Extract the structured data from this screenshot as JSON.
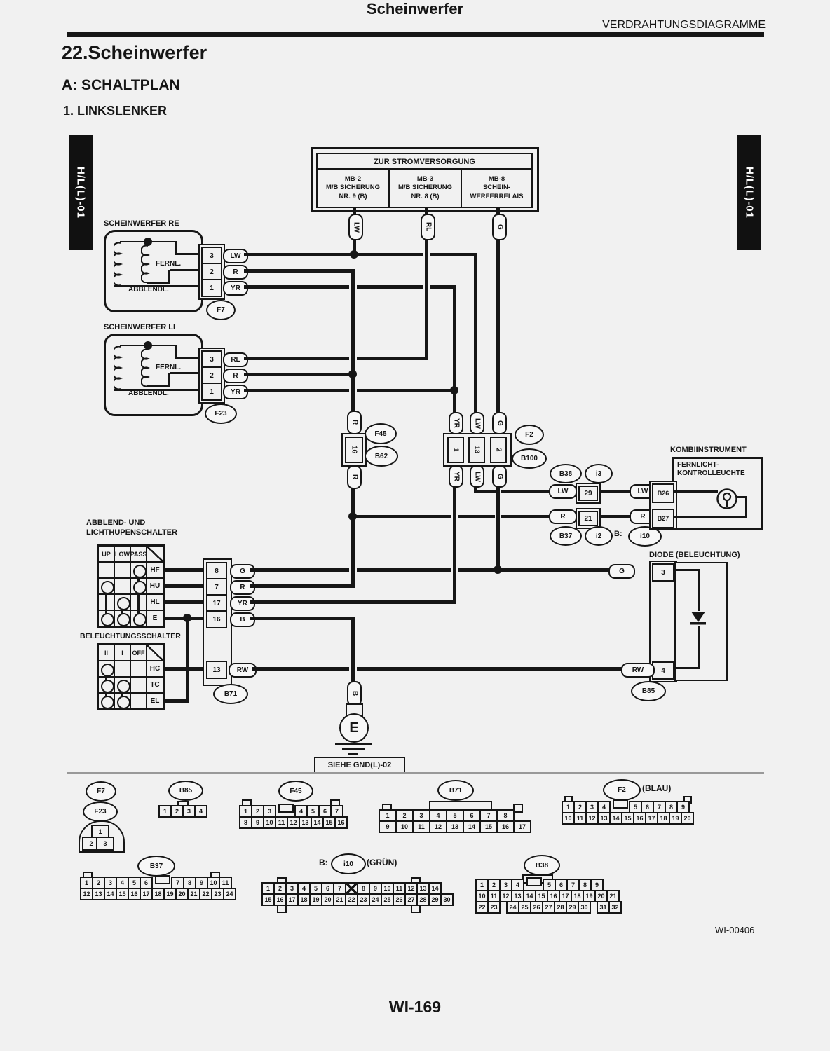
{
  "page": {
    "header_center": "Scheinwerfer",
    "header_right": "VERDRAHTUNGSDIAGRAMME",
    "section_title": "22.Scheinwerfer",
    "subsection_title": "A:  SCHALTPLAN",
    "variant_title": "1.  LINKSLENKER",
    "side_tab": "H/L(L)-01",
    "doc_code": "WI-00406",
    "page_number": "WI-169"
  },
  "wires": {
    "lw": "LW",
    "rl": "RL",
    "g": "G",
    "r": "R",
    "yr": "YR",
    "b": "B",
    "rw": "RW"
  },
  "power_box": {
    "title": "ZUR STROMVERSORGUNG",
    "col1": [
      "MB-2",
      "M/B SICHERUNG",
      "NR. 9 (B)"
    ],
    "col2": [
      "MB-3",
      "M/B SICHERUNG",
      "NR. 8 (B)"
    ],
    "col3": [
      "MB-8",
      "SCHEIN-",
      "WERFERRELAIS"
    ]
  },
  "headlight_re": {
    "title": "SCHEINWERFER RE",
    "high": "FERNL.",
    "low": "ABBLENDL.",
    "pin3": "3",
    "pin2": "2",
    "pin1": "1",
    "connector": "F7"
  },
  "headlight_li": {
    "title": "SCHEINWERFER LI",
    "high": "FERNL.",
    "low": "ABBLENDL.",
    "pin3": "3",
    "pin2": "2",
    "pin1": "1",
    "connector": "F23"
  },
  "joint_f45": {
    "pin": "16",
    "top": "F45",
    "bottom": "B62"
  },
  "joint_f2": {
    "pin_a": "1",
    "pin_b": "13",
    "pin_c": "2",
    "top": "F2",
    "bottom": "B100"
  },
  "joint_29": {
    "oval_a": "B38",
    "oval_b": "i3",
    "pin": "29"
  },
  "joint_21": {
    "oval_a": "B37",
    "oval_b": "i2",
    "pin": "21",
    "prefix": "B:",
    "oval_c": "i10"
  },
  "kombi": {
    "title": "KOMBIINSTRUMENT",
    "label1": "FERNLICHT-",
    "label2": "KONTROLLEUCHTE",
    "pin_top": "B26",
    "pin_bottom": "B27"
  },
  "dimmer": {
    "title1": "ABBLEND- UND",
    "title2": "LICHTHUPENSCHALTER",
    "col1": "UP",
    "col2": "LOW",
    "col3": "PASS",
    "row1": "HF",
    "row2": "HU",
    "row3": "HL",
    "row4": "E"
  },
  "lighting": {
    "title": "BELEUCHTUNGSSCHALTER",
    "col1": "II",
    "col2": "I",
    "col3": "OFF",
    "row1": "HC",
    "row2": "TC",
    "row3": "EL"
  },
  "b71": {
    "pin8": "8",
    "pin7": "7",
    "pin17": "17",
    "pin16": "16",
    "pin13": "13",
    "connector": "B71"
  },
  "diode": {
    "title": "DIODE (BELEUCHTUNG)",
    "pin_top": "3",
    "pin_bottom": "4",
    "connector": "B85"
  },
  "ground": {
    "symbol": "E",
    "note": "SIEHE GND(L)-02"
  },
  "pinouts": {
    "f7": {
      "label_a": "F7",
      "label_b": "F23",
      "cell1": "1",
      "cell2": "2",
      "cell3": "3"
    },
    "b85": {
      "label": "B85",
      "cells": [
        "1",
        "2",
        "3",
        "4"
      ]
    },
    "f45": {
      "label": "F45",
      "top": [
        "1",
        "2",
        "3",
        "",
        "4",
        "5",
        "6",
        "7"
      ],
      "bottom": [
        "8",
        "9",
        "10",
        "11",
        "12",
        "13",
        "14",
        "15",
        "16"
      ]
    },
    "b71": {
      "label": "B71",
      "top": [
        "1",
        "2",
        "3",
        "4",
        "5",
        "6",
        "7",
        "8"
      ],
      "bottom": [
        "9",
        "10",
        "11",
        "12",
        "13",
        "14",
        "15",
        "16",
        "17"
      ]
    },
    "f2": {
      "label": "F2",
      "suffix": "(BLAU)",
      "top": [
        "1",
        "2",
        "3",
        "4",
        "",
        "5",
        "6",
        "7",
        "8",
        "9"
      ],
      "bottom": [
        "10",
        "11",
        "12",
        "13",
        "14",
        "15",
        "16",
        "17",
        "18",
        "19",
        "20"
      ]
    },
    "b37": {
      "label": "B37",
      "top": [
        "1",
        "2",
        "3",
        "4",
        "5",
        "6",
        "",
        "7",
        "8",
        "9",
        "10",
        "11"
      ],
      "bottom": [
        "12",
        "13",
        "14",
        "15",
        "16",
        "17",
        "18",
        "19",
        "20",
        "21",
        "22",
        "23",
        "24"
      ]
    },
    "i10": {
      "prefix": "B:",
      "label": "i10",
      "suffix": "(GRÜN)",
      "top": [
        "1",
        "2",
        "3",
        "4",
        "5",
        "6",
        "7",
        "X",
        "8",
        "9",
        "10",
        "11",
        "12",
        "13",
        "14"
      ],
      "bottom": [
        "15",
        "16",
        "17",
        "18",
        "19",
        "20",
        "21",
        "22",
        "23",
        "24",
        "25",
        "26",
        "27",
        "28",
        "29",
        "30"
      ]
    },
    "b38": {
      "label": "B38",
      "row1": [
        "1",
        "2",
        "3",
        "4",
        "",
        "5",
        "6",
        "7",
        "8",
        "9"
      ],
      "row2": [
        "10",
        "11",
        "12",
        "13",
        "14",
        "15",
        "16",
        "17",
        "18",
        "19",
        "20",
        "21"
      ],
      "row3": [
        "22",
        "23",
        "~",
        "24",
        "25",
        "26",
        "27",
        "28",
        "29",
        "30",
        "~",
        "31",
        "32"
      ]
    }
  }
}
